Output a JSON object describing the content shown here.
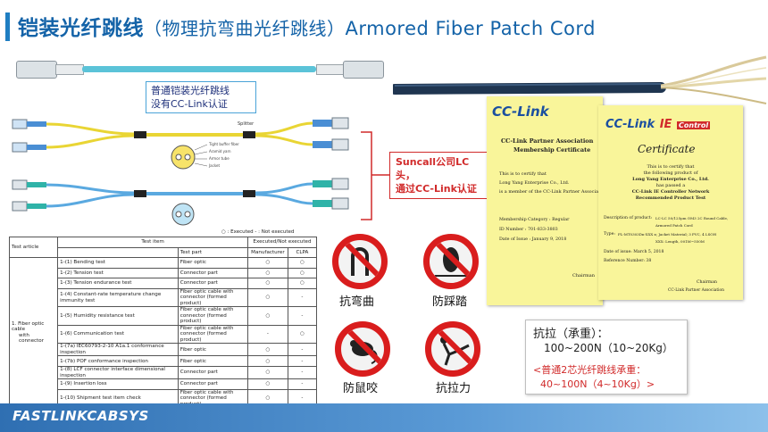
{
  "title": {
    "main_cn": "铠装光纤跳线",
    "sub_cn": "（物理抗弯曲光纤跳线）",
    "en": "Armored Fiber Patch Cord"
  },
  "notes": {
    "normal_line1": "普通铠装光纤跳线",
    "normal_line2": "没有CC-Link认证",
    "suncall_line1": "Suncall公司LC头，",
    "suncall_line2": "通过CC-Link认证"
  },
  "diagram": {
    "splitter_label": "Splitter",
    "cross_section_labels": [
      "Tight buffer fiber",
      "Aramid yarn",
      "Armor tube",
      "Jacket"
    ]
  },
  "table": {
    "legend": "○ : Executed  - : Not executed",
    "header_article": "Test article",
    "header_item": "Test item",
    "header_status": "Executed/Not executed",
    "header_part": "Test part",
    "header_manufacturer": "Manufacturer",
    "header_clpa": "CLPA",
    "article_line1": "1. Fiber optic cable",
    "article_line2": "with connector",
    "rows": [
      {
        "item": "1-(1) Bending test",
        "part": "Fiber optic",
        "mfr": "○",
        "clpa": "○"
      },
      {
        "item": "1-(2) Tension test",
        "part": "Connector part",
        "mfr": "○",
        "clpa": "○"
      },
      {
        "item": "1-(3) Tension endurance test",
        "part": "Connector part",
        "mfr": "○",
        "clpa": "○"
      },
      {
        "item": "1-(4) Constant-rate temperature change immunity test",
        "part": "Fiber optic cable with connector (formed product)",
        "mfr": "○",
        "clpa": "-"
      },
      {
        "item": "1-(5) Humidity resistance test",
        "part": "Fiber optic cable with connector (formed product)",
        "mfr": "○",
        "clpa": "-"
      },
      {
        "item": "1-(6) Communication test",
        "part": "Fiber optic cable with connector (formed product)",
        "mfr": "-",
        "clpa": "○"
      },
      {
        "item": "1-(7a) IEC60793-2-10 A1a.1 conformance inspection",
        "part": "Fiber optic",
        "mfr": "○",
        "clpa": "-"
      },
      {
        "item": "1-(7b) POF conformance inspection",
        "part": "Fiber optic",
        "mfr": "○",
        "clpa": "-"
      },
      {
        "item": "1-(8) LCF connector interface dimensional inspection",
        "part": "Connector part",
        "mfr": "○",
        "clpa": "-"
      },
      {
        "item": "1-(9) Insertion loss",
        "part": "Connector part",
        "mfr": "○",
        "clpa": "-"
      },
      {
        "item": "1-(10) Shipment test item check",
        "part": "Fiber optic cable with connector (formed product)",
        "mfr": "○",
        "clpa": "-"
      }
    ]
  },
  "warnings": {
    "anti_bend": "抗弯曲",
    "anti_trample": "防踩踏",
    "anti_rodent": "防鼠咬",
    "tensile": "抗拉力"
  },
  "tensile": {
    "line1": "抗拉（承重）：",
    "line2": "100~200N（10~20Kg）",
    "line3": "<普通2芯光纤跳线承重：",
    "line4": "40~100N（4~10Kg）>"
  },
  "cert_partner": {
    "logo": "CC-Link",
    "heading1": "CC-Link Partner Association",
    "heading2": "Membership Certificate",
    "line1": "This is to certify that",
    "line2": "Long Yang Enterprise Co., Ltd.",
    "line3": "is a member of  the CC-Link Partner Association",
    "cat_label": "Membership Category : Regular",
    "id_label": "ID Number : 701-833-3803",
    "date_label": "Date of Issue : January 9, 2018",
    "chairman": "Chairman"
  },
  "cert_ie": {
    "logo_a": "CC-Link",
    "logo_b": "IE",
    "logo_c": "Control",
    "heading": "Certificate",
    "l1": "This is to certify that",
    "l2": "the following product of",
    "l3": "Long Yang Enterprise Co., Ltd.",
    "l4": "has passed a",
    "l5": "CC-Link IE Controller Network",
    "l6": "Recommended Product Test",
    "desc_label": "Description of product:",
    "desc_val1": "LC-LC 50/125μm OM3 2C Round Cable,",
    "desc_val2": "Armored Patch Cord",
    "type_label": "Type:",
    "type_val1": "FL-MT0303Dn-XXX  x; Jacket Material; 3 PVC, 4 LSOH",
    "type_val2": "XXX: Length, 001M~550M",
    "date_label": "Date of issue:   March 5, 2018",
    "ref_label": "Reference Number:   38",
    "chairman": "Chairman",
    "org": "CC-Link Partner Association"
  },
  "footer": {
    "brand": "FASTLINKCABSYS"
  }
}
